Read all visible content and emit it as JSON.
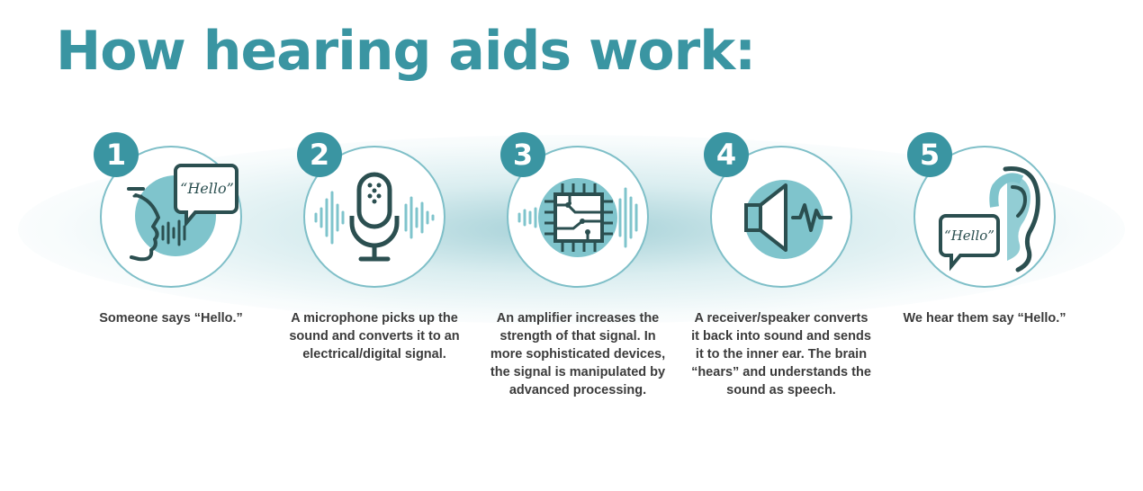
{
  "title": "How hearing aids work:",
  "colors": {
    "accent": "#3a95a2",
    "light": "#7fc4cc",
    "dark": "#2b4f50",
    "text": "#3b3b3b"
  },
  "steps": [
    {
      "number": "1",
      "icon": "speaking-face-icon",
      "bubble": "“Hello”",
      "text": "Someone says “Hello.”"
    },
    {
      "number": "2",
      "icon": "microphone-icon",
      "text": "A microphone picks up the sound and converts it to an electrical/digital signal."
    },
    {
      "number": "3",
      "icon": "amplifier-chip-icon",
      "text": "An amplifier increases the strength of that signal. In more sophisticated devices, the signal is manipulated by advanced processing."
    },
    {
      "number": "4",
      "icon": "speaker-icon",
      "text": "A receiver/speaker converts it back into sound and sends it to the inner ear. The brain “hears” and understands the sound as speech."
    },
    {
      "number": "5",
      "icon": "ear-icon",
      "bubble": "“Hello”",
      "text": "We hear them say “Hello.”"
    }
  ]
}
